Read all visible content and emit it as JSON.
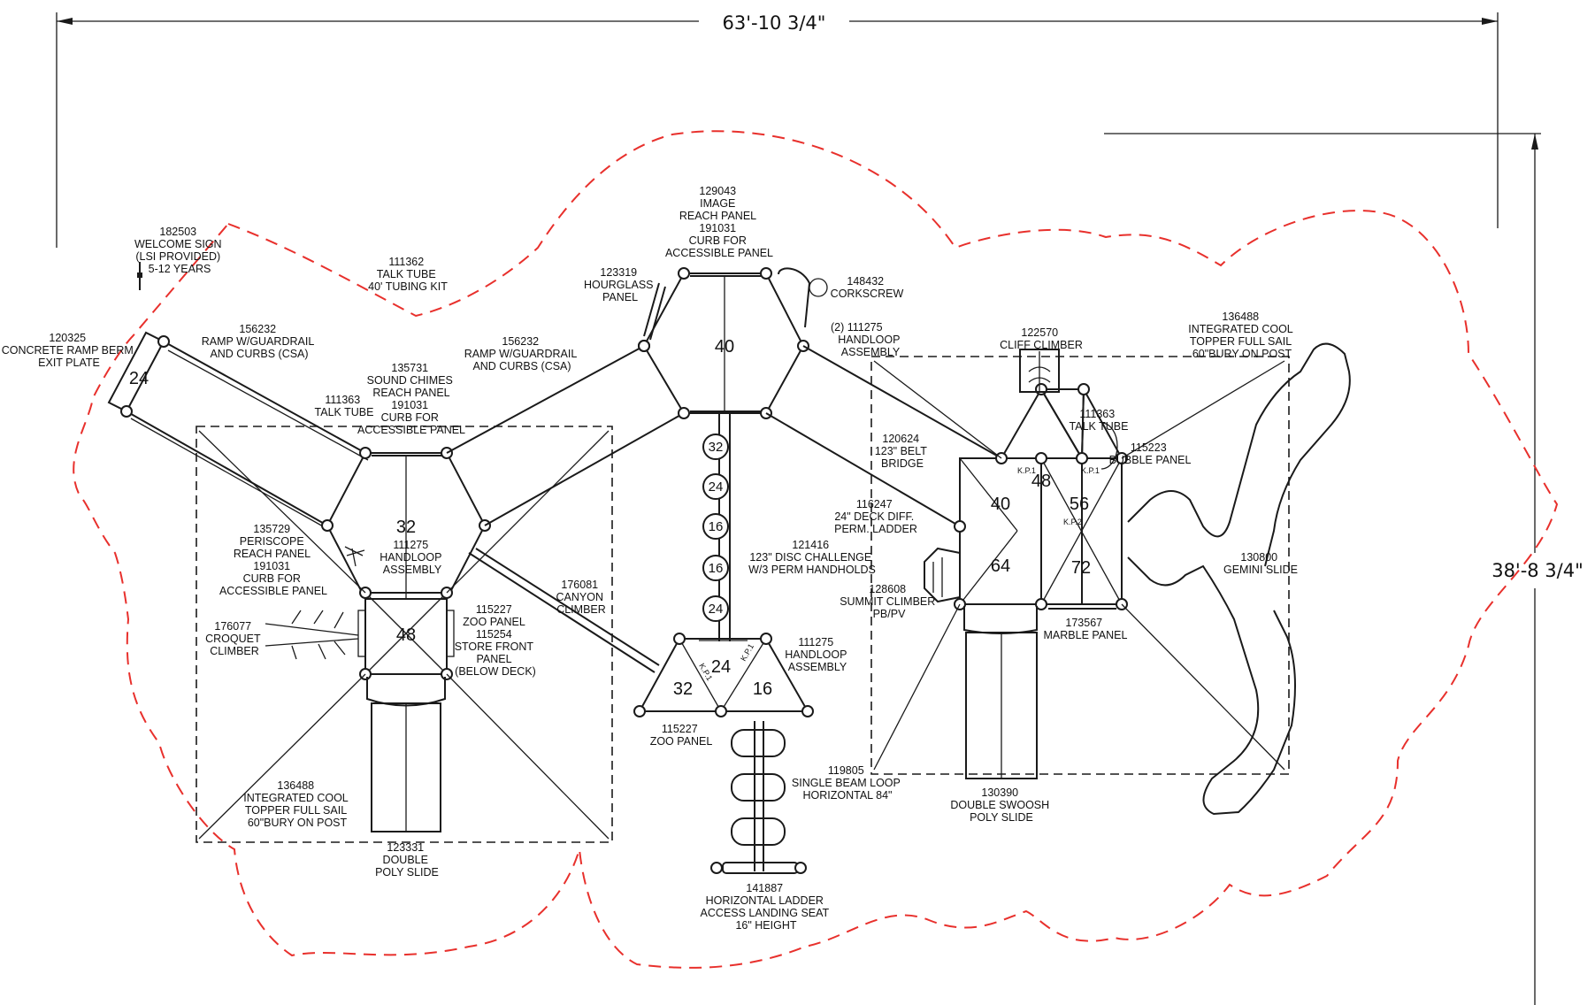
{
  "dimensions": {
    "width": "63'-10 3/4\"",
    "height": "38'-8 3/4\""
  },
  "deck_heights": {
    "left_hex": "32",
    "left_sq": "48",
    "left_ramp_end": "24",
    "center_hex": "40",
    "disc_1": "32",
    "disc_2": "24",
    "disc_3": "16",
    "disc_4": "16",
    "disc_5": "24",
    "tri_top": "24",
    "tri_left": "32",
    "tri_right": "16",
    "right_tri_40": "40",
    "right_tri_48": "48",
    "right_tri_56": "56",
    "right_sq_64": "64",
    "right_sq_72": "72"
  },
  "kp": {
    "kp1": "K.P.1",
    "kp2": "K.P.2"
  },
  "components": {
    "welcome_sign": [
      "182503",
      "WELCOME SIGN",
      "(LSI PROVIDED)",
      "5-12 YEARS"
    ],
    "talk_tube_kit": [
      "111362",
      "TALK TUBE",
      "40' TUBING KIT"
    ],
    "ramp_berm": [
      "120325",
      "CONCRETE RAMP BERM",
      "EXIT PLATE"
    ],
    "ramp_left": [
      "156232",
      "RAMP W/GUARDRAIL",
      "AND CURBS (CSA)"
    ],
    "ramp_center": [
      "156232",
      "RAMP W/GUARDRAIL",
      "AND CURBS (CSA)"
    ],
    "sound_chimes": [
      "135731",
      "SOUND CHIMES",
      "REACH PANEL"
    ],
    "talk_tube_left": [
      "111363",
      "TALK TUBE"
    ],
    "curb_left": [
      "191031",
      "CURB FOR",
      "ACCESSIBLE PANEL"
    ],
    "image_reach": [
      "129043",
      "IMAGE",
      "REACH PANEL",
      "191031",
      "CURB FOR",
      "ACCESSIBLE PANEL"
    ],
    "hourglass": [
      "123319",
      "HOURGLASS",
      "PANEL"
    ],
    "corkscrew": [
      "148432",
      "CORKSCREW"
    ],
    "handloop_top": [
      "(2)  111275",
      "HANDLOOP",
      "ASSEMBLY"
    ],
    "cliff_climber": [
      "122570",
      "CLIFF CLIMBER"
    ],
    "cool_topper_right": [
      "136488",
      "INTEGRATED COOL",
      "TOPPER FULL SAIL",
      "60\"BURY ON POST"
    ],
    "talk_tube_right": [
      "111363",
      "TALK TUBE"
    ],
    "bubble_panel": [
      "115223",
      "BUBBLE PANEL"
    ],
    "belt_bridge": [
      "120624",
      "123\" BELT",
      "BRIDGE"
    ],
    "deck_ladder": [
      "116247",
      "24\" DECK DIFF.",
      "PERM. LADDER"
    ],
    "gemini_slide": [
      "130800",
      "GEMINI SLIDE"
    ],
    "periscope": [
      "135729",
      "PERISCOPE",
      "REACH PANEL",
      "191031",
      "CURB FOR",
      "ACCESSIBLE PANEL"
    ],
    "handloop_left": [
      "111275",
      "HANDLOOP",
      "ASSEMBLY"
    ],
    "canyon_climber": [
      "176081",
      "CANYON",
      "CLIMBER"
    ],
    "disc_challenge": [
      "121416",
      "123\" DISC CHALLENGE",
      "W/3 PERM HANDHOLDS"
    ],
    "summit_climber": [
      "128608",
      "SUMMIT CLIMBER",
      "PB/PV"
    ],
    "croquet_climber": [
      "176077",
      "CROQUET",
      "CLIMBER"
    ],
    "zoo_store": [
      "115227",
      "ZOO PANEL",
      "115254",
      "STORE FRONT",
      "PANEL",
      "(BELOW DECK)"
    ],
    "handloop_center": [
      "111275",
      "HANDLOOP",
      "ASSEMBLY"
    ],
    "marble_panel": [
      "173567",
      "MARBLE PANEL"
    ],
    "zoo_center": [
      "115227",
      "ZOO PANEL"
    ],
    "single_beam": [
      "119805",
      "SINGLE BEAM LOOP",
      "HORIZONTAL 84\""
    ],
    "cool_topper_left": [
      "136488",
      "INTEGRATED COOL",
      "TOPPER FULL SAIL",
      "60\"BURY ON POST"
    ],
    "double_swoosh": [
      "130390",
      "DOUBLE SWOOSH",
      "POLY SLIDE"
    ],
    "double_poly": [
      "123331",
      "DOUBLE",
      "POLY SLIDE"
    ],
    "horizontal_ladder": [
      "141887",
      "HORIZONTAL LADDER",
      "ACCESS LANDING SEAT",
      "16\" HEIGHT"
    ]
  },
  "colors": {
    "ink": "#1a1a1a",
    "safety_zone": "#e8302c",
    "background": "#ffffff"
  }
}
